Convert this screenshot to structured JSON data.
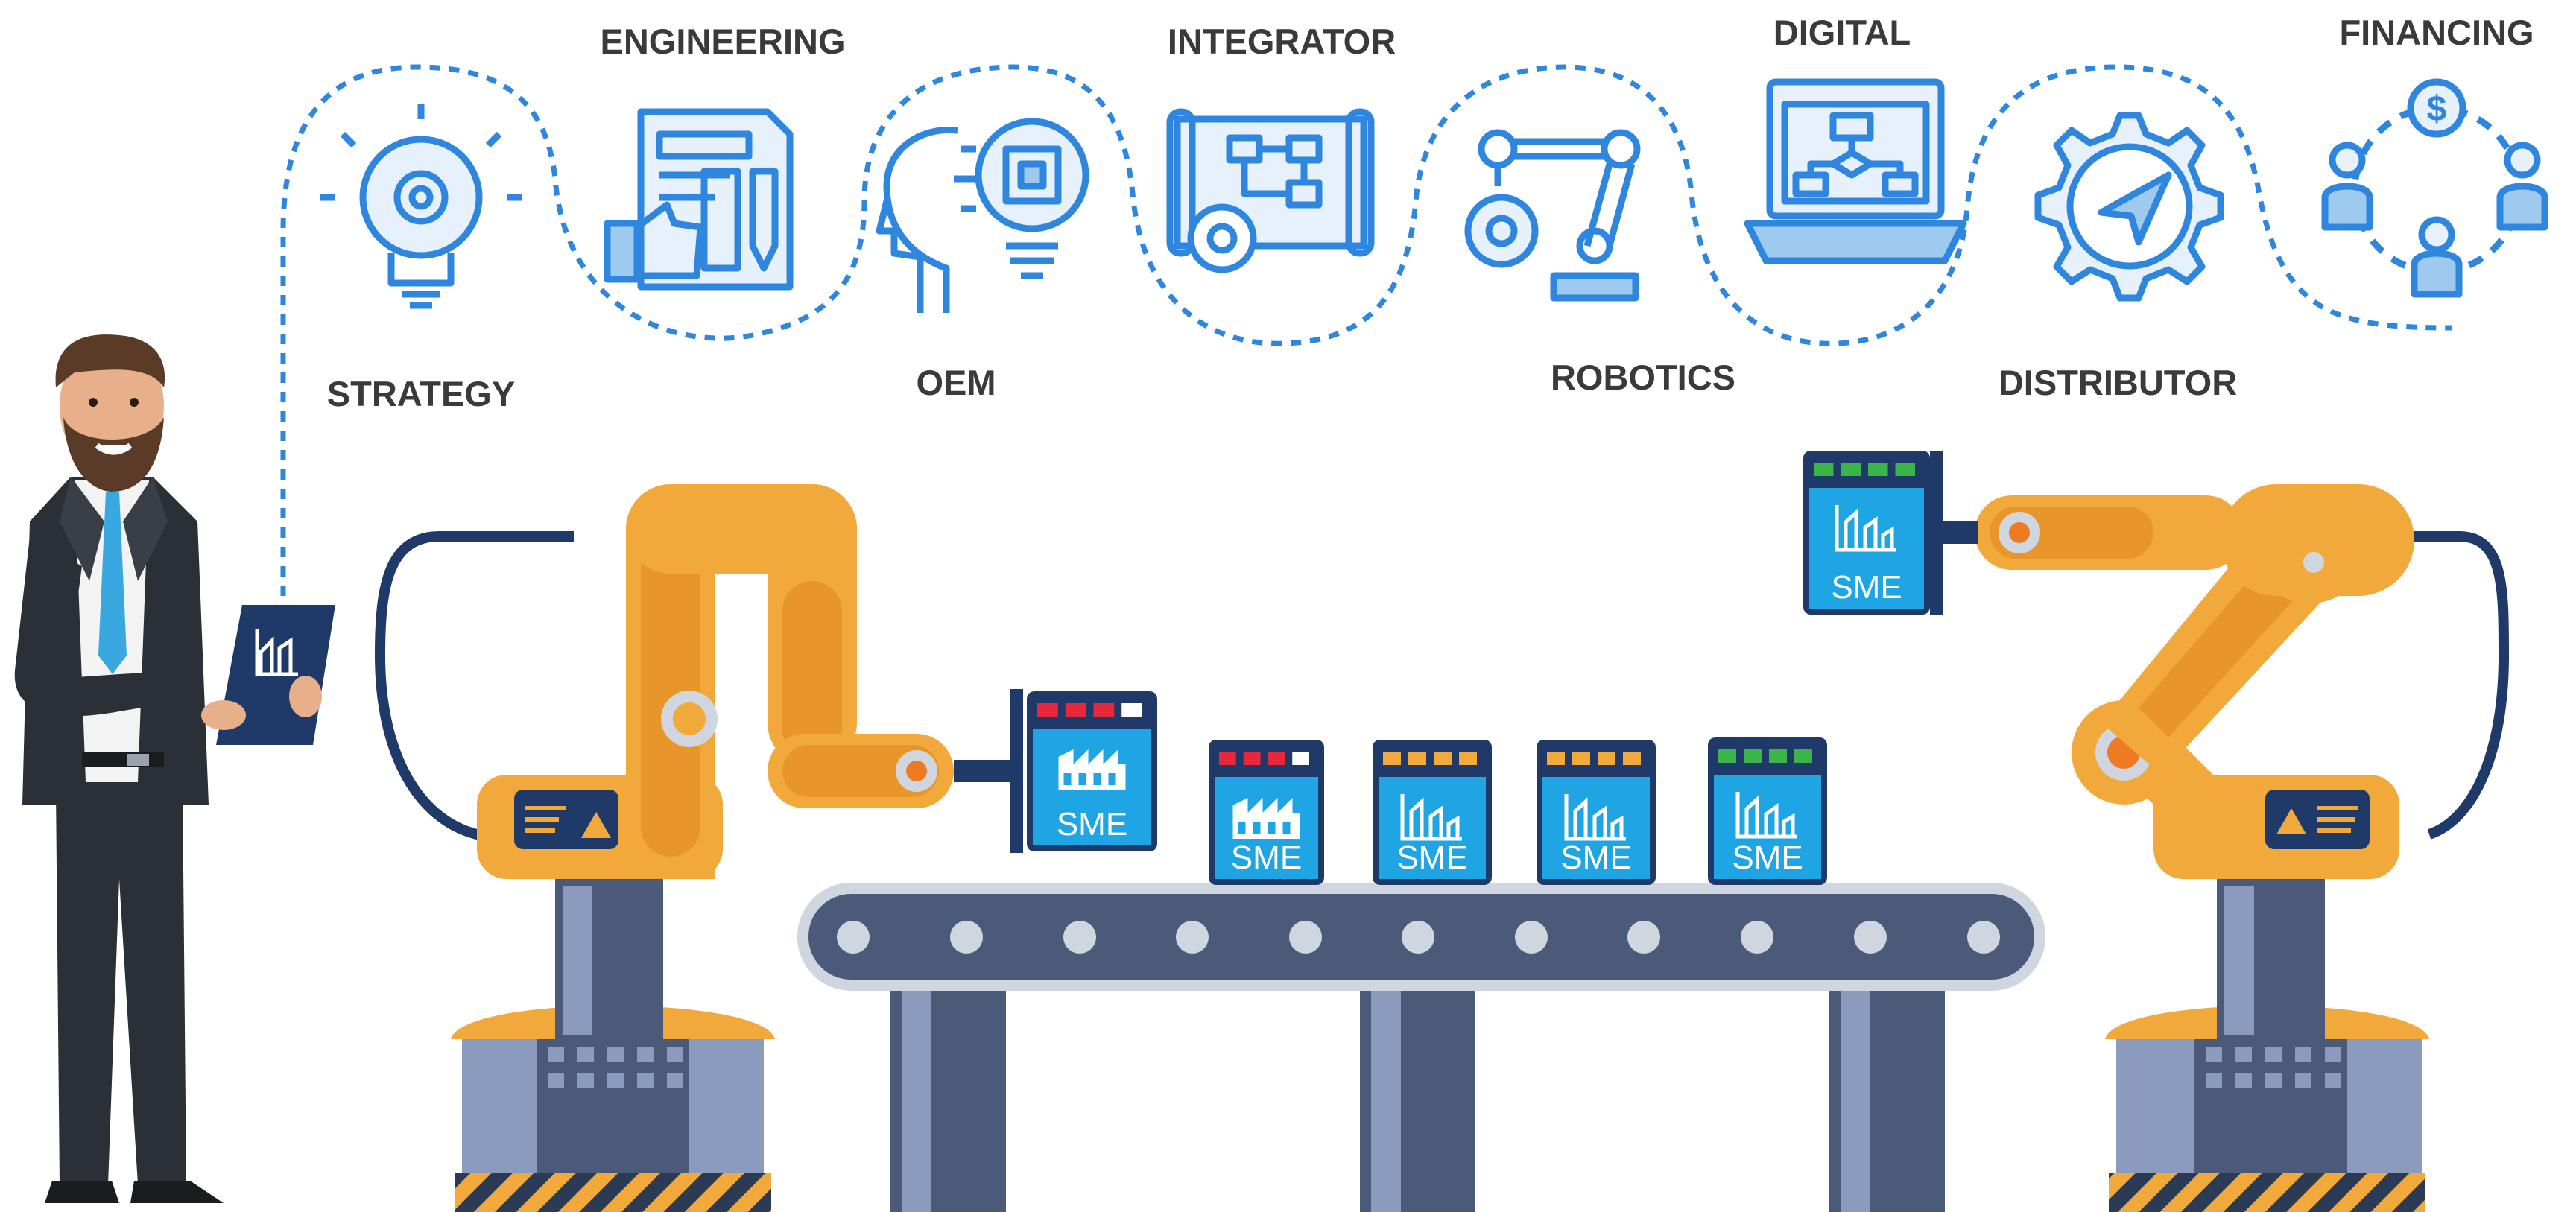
{
  "steps": [
    {
      "label": "STRATEGY",
      "icon": "lightbulb-gear-icon"
    },
    {
      "label": "ENGINEERING",
      "icon": "blueprint-document-icon"
    },
    {
      "label": "OEM",
      "icon": "head-chip-bulb-icon"
    },
    {
      "label": "INTEGRATOR",
      "icon": "flowchart-gear-icon"
    },
    {
      "label": "ROBOTICS",
      "icon": "robot-arm-icon"
    },
    {
      "label": "DIGITAL",
      "icon": "laptop-flowchart-icon"
    },
    {
      "label": "DISTRIBUTOR",
      "icon": "gear-paper-plane-icon"
    },
    {
      "label": "FINANCING",
      "icon": "people-dollar-icon"
    }
  ],
  "boxes": {
    "label": "SME",
    "items": [
      {
        "icon": "factory-icon",
        "lights": "red"
      },
      {
        "icon": "factory-icon",
        "lights": "red"
      },
      {
        "icon": "chart-icon",
        "lights": "orange"
      },
      {
        "icon": "chart-icon",
        "lights": "orange"
      },
      {
        "icon": "chart-icon",
        "lights": "green"
      },
      {
        "icon": "chart-icon",
        "lights": "green"
      }
    ]
  },
  "colors": {
    "icon_blue": "#2e86de",
    "robot_orange": "#f2a93b",
    "navy": "#1f3a68",
    "conveyor": "#4a5a78",
    "box_blue": "#1fa4e4",
    "label_dark": "#3a3a3a"
  }
}
